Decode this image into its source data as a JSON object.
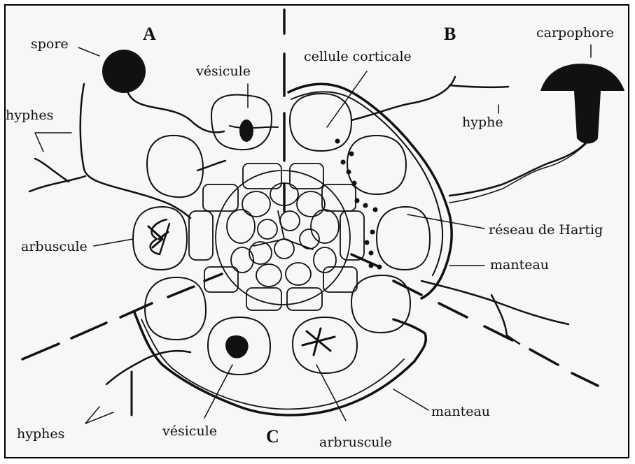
{
  "sections": {
    "a": "A",
    "b": "B",
    "c": "C"
  },
  "labels": {
    "spore": "spore",
    "vesicule_top": "vésicule",
    "cellule_corticale": "cellule corticale",
    "carpophore": "carpophore",
    "hyphes_left": "hyphes",
    "hyphe_right": "hyphe",
    "arbuscule_left": "arbuscule",
    "reseau_hartig": "réseau de Hartig",
    "manteau_right": "manteau",
    "hyphes_bottom": "hyphes",
    "vesicule_bottom": "vésicule",
    "arbruscule_bottom": "arbruscule",
    "manteau_bottom": "manteau"
  },
  "colors": {
    "ink": "#111111",
    "paper": "#f7f7f7",
    "border": "#000000"
  }
}
